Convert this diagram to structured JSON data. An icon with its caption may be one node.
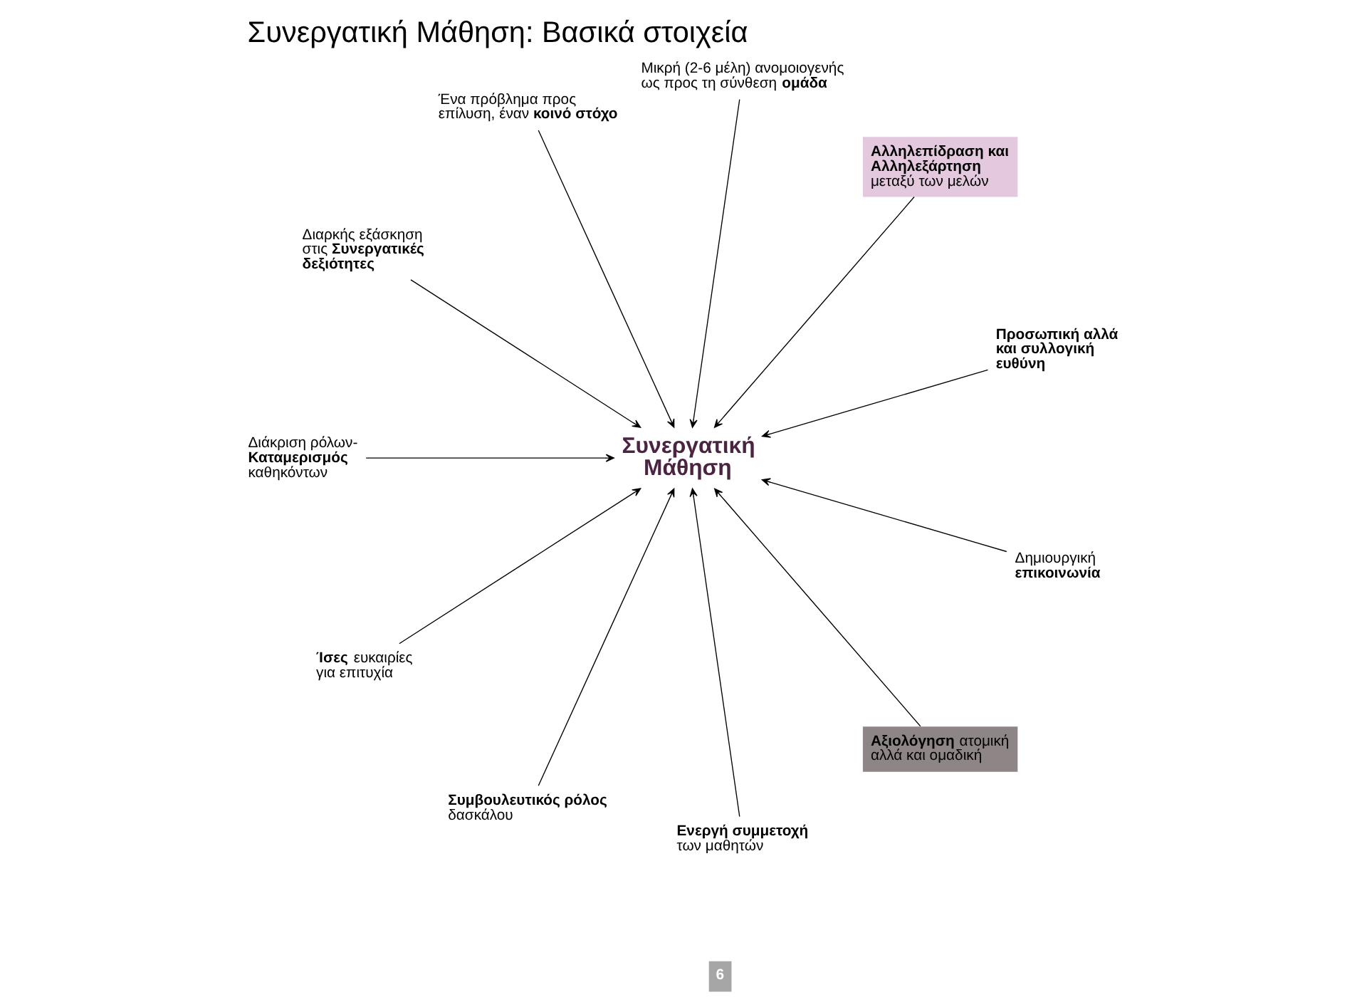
{
  "diagram": {
    "title": "Συνεργατική Μάθηση: Βασικά στοιχεία",
    "nodes": [
      {
        "text": [
          "Ένα πρόβλημα προς επίλυση, έναν **κοινό στόχο**"
        ]
      },
      {
        "text": [
          "Μικρή (2-6 μέλη) ανομοιογενής ως προς τη σύνθεση **ομάδα**"
        ]
      },
      {
        "text": [
          "Διαρκής εξάσκηση στις **Συνεργατικές δεξιότητες**"
        ]
      },
      {
        "text": [
          "**Αλληλεπίδραση και Αλληλεξάρτηση** μεταξύ των μελών"
        ]
      },
      {
        "text": [
          "Διάκριση ρόλων- **Καταμερισμός** καθηκόντων"
        ]
      },
      {
        "text": [
          "Συνεργατική Μάθηση"
        ]
      },
      {
        "text": [
          "Προσωπική αλλά και συλλογική ευθύνη"
        ]
      },
      {
        "text": [
          "**Ίσες** ευκαιρίες για επιτυχία"
        ]
      },
      {
        "text": [
          "Δημιουργική **επικοινωνία**"
        ]
      },
      {
        "text": [
          "**Συμβουλευτικός ρόλος** δασκάλου"
        ]
      },
      {
        "text": [
          "**Ενεργή συμμετοχή** των μαθητών"
        ]
      },
      {
        "text": [
          "**Αξιολόγηση** ατομική αλλά και ομαδική"
        ]
      }
    ],
    "edges": [
      {
        "from": 0,
        "to": 5,
        "arrow": "to"
      },
      {
        "from": 1,
        "to": 5,
        "arrow": "to"
      },
      {
        "from": 2,
        "to": 5,
        "arrow": "to"
      },
      {
        "from": 3,
        "to": 5,
        "arrow": "to"
      },
      {
        "from": 4,
        "to": 5,
        "arrow": "to"
      },
      {
        "from": 6,
        "to": 5,
        "arrow": "to"
      },
      {
        "from": 7,
        "to": 5,
        "arrow": "to"
      },
      {
        "from": 8,
        "to": 5,
        "arrow": "to"
      },
      {
        "from": 9,
        "to": 5,
        "arrow": "to"
      },
      {
        "from": 10,
        "to": 5,
        "arrow": "to"
      },
      {
        "from": 11,
        "to": 5,
        "arrow": "to"
      }
    ],
    "labels": [
      "6"
    ]
  }
}
